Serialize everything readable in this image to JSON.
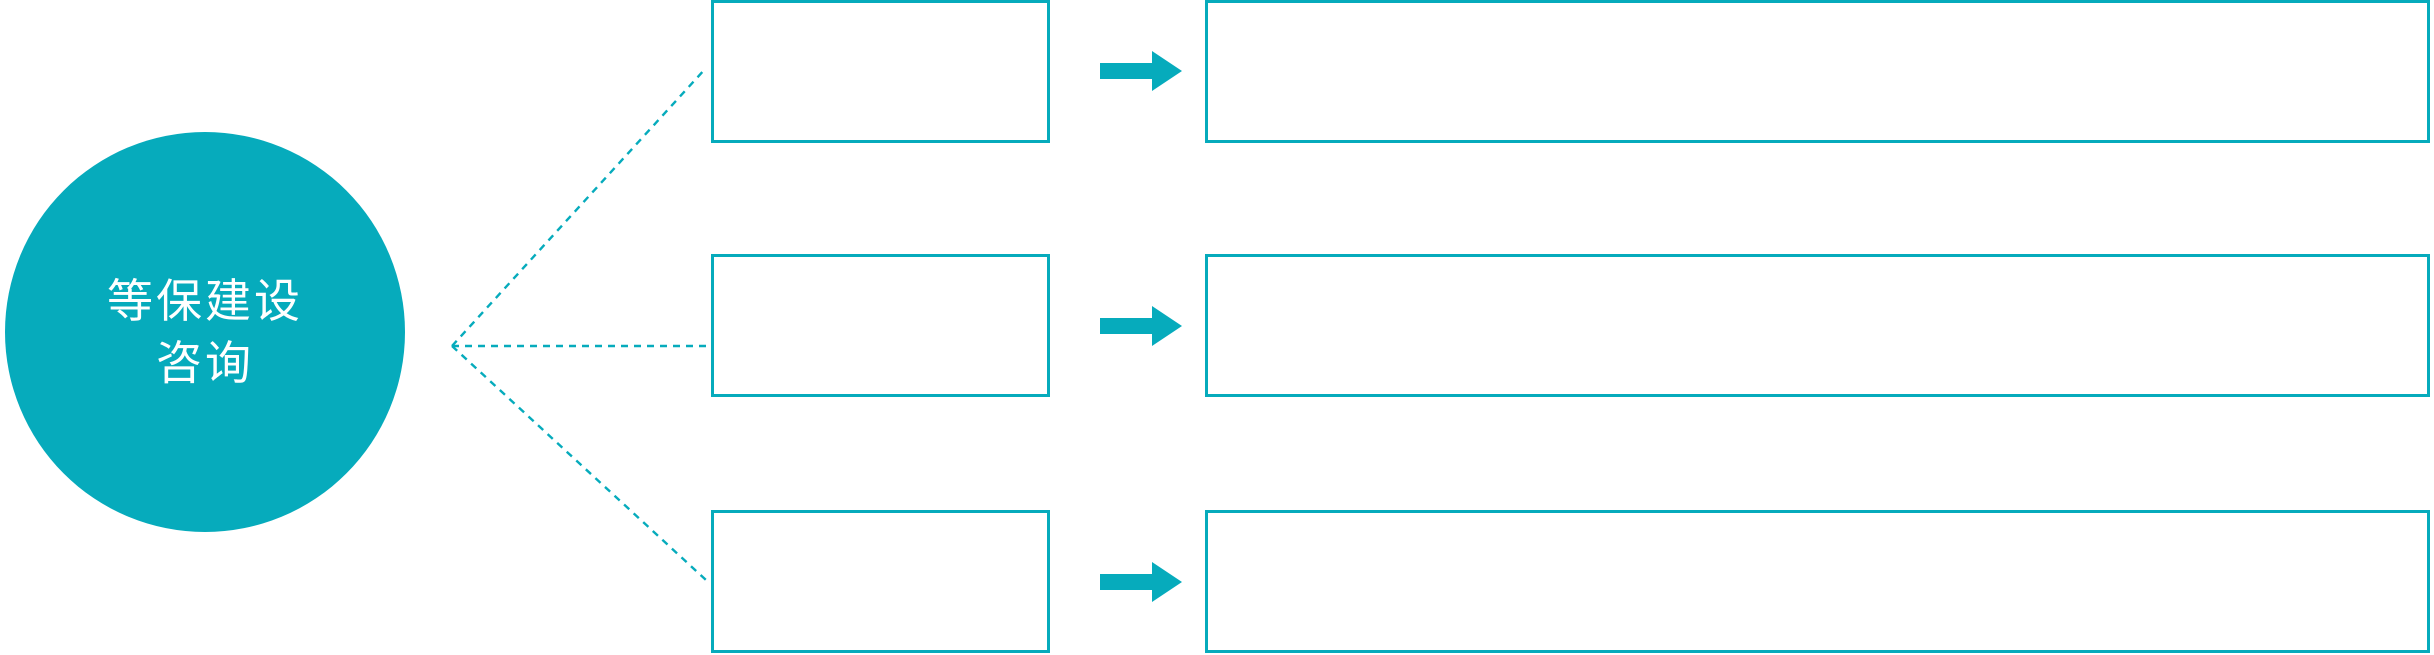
{
  "diagram": {
    "title": "等保建设咨询",
    "accent_color": "#06abbc",
    "background_color": "#ffffff",
    "hub": {
      "name": "等保建设咨询",
      "line1": "等保建设",
      "line2": "咨询"
    },
    "connector": {
      "style": "dashed",
      "color": "#06abbc",
      "origin_label": "fan-origin"
    },
    "rows": [
      {
        "id": "row-1",
        "stage_label": "",
        "detail_text": "",
        "arrow_label": "arrow-right"
      },
      {
        "id": "row-2",
        "stage_label": "",
        "detail_text": "",
        "arrow_label": "arrow-right"
      },
      {
        "id": "row-3",
        "stage_label": "",
        "detail_text": "",
        "arrow_label": "arrow-right"
      }
    ]
  }
}
